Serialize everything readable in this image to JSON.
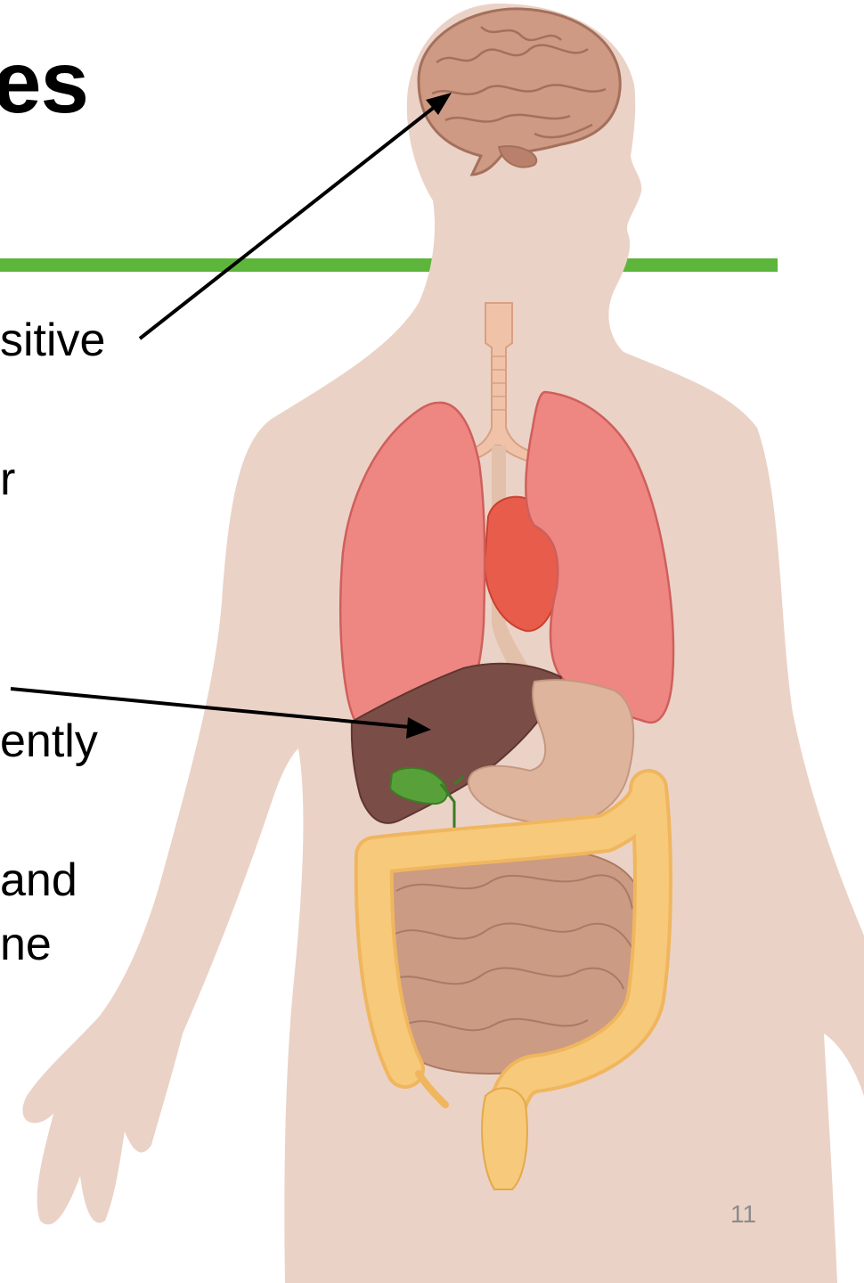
{
  "slide": {
    "title": "es",
    "bullets": [
      "sitive",
      "r",
      "ently",
      " and",
      "ne"
    ],
    "page_number": "11"
  },
  "colors": {
    "accent_line": "#5db53c",
    "skin": "#ebd2c6",
    "brain": "#cf9a83",
    "lungs": "#ee8781",
    "heart": "#e85c4b",
    "liver": "#7b4d47",
    "stomach": "#dfb49d",
    "small_intestine": "#cb9b84",
    "large_intestine": "#f7c97a",
    "gallbladder": "#58a13a",
    "trachea": "#f0c3a9"
  },
  "icons": [
    "human-body-illustration",
    "brain-icon",
    "arrow-to-brain",
    "arrow-to-liver"
  ]
}
